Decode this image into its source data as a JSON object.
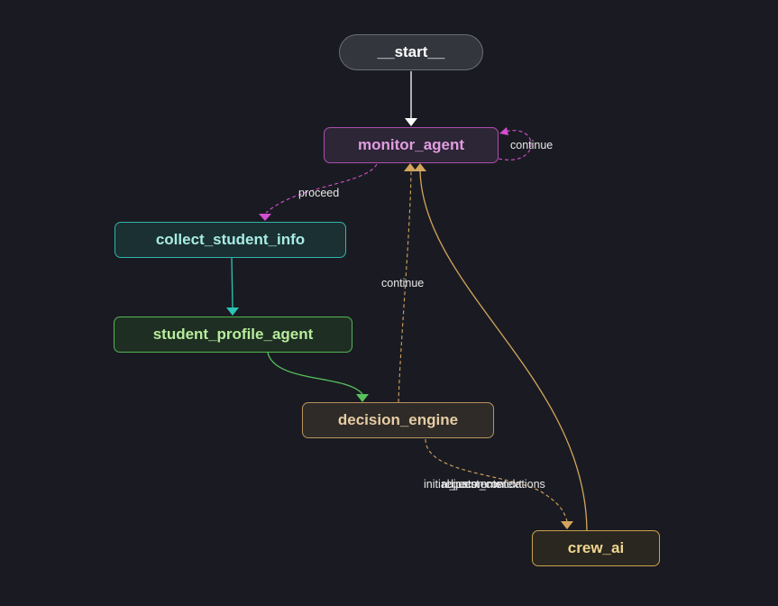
{
  "colors": {
    "background": "#1a1b22",
    "start": "#ffffff",
    "monitor": "#d34fd0",
    "collect": "#2ec4b6",
    "profile": "#57c35c",
    "decision": "#d4a55c",
    "crew": "#d4a55c"
  },
  "nodes": {
    "start": "__start__",
    "monitor_agent": "monitor_agent",
    "collect_student_info": "collect_student_info",
    "student_profile_agent": "student_profile_agent",
    "decision_engine": "decision_engine",
    "crew_ai": "crew_ai"
  },
  "edges": {
    "monitor_self": "continue",
    "monitor_to_collect": "proceed",
    "decision_to_monitor": "continue",
    "decision_to_crew_a": "initial_recommendations",
    "decision_to_crew_b": "adjustments",
    "decision_to_crew_c": "request_context"
  }
}
